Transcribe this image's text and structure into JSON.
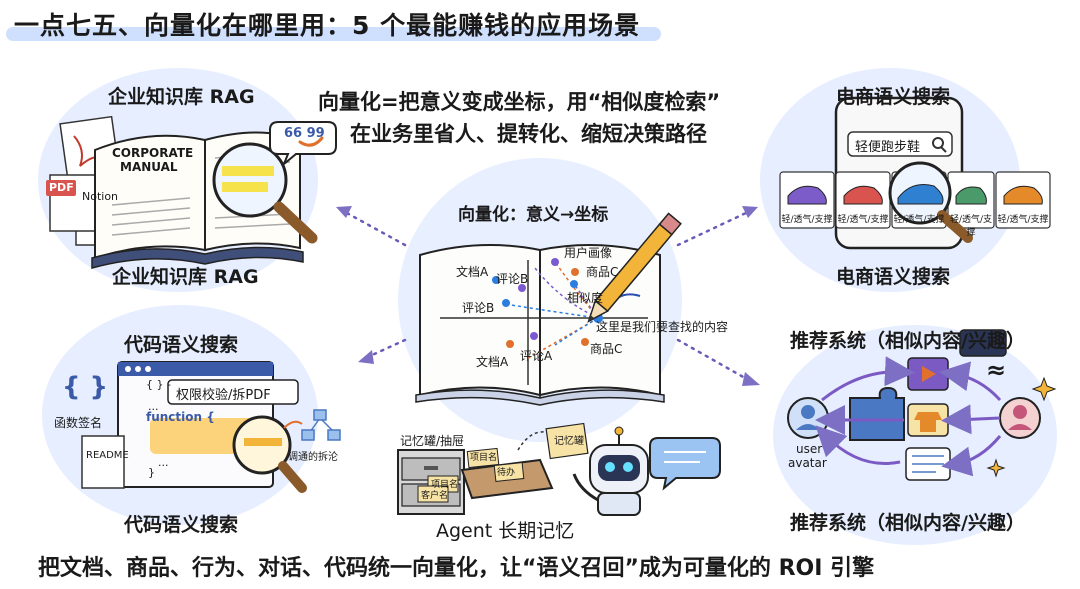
{
  "title": "一点七五、向量化在哪里用：5 个最能赚钱的应用场景",
  "center": {
    "headline_1": "向量化=把意义变成坐标，用“相似度检索”",
    "headline_2": "在业务里省人、提转化、缩短决策路径",
    "book_title": "向量化：意义→坐标",
    "points": {
      "doc_a_top": "文档A",
      "review_b_top": "评论B",
      "review_b_left": "评论B",
      "user_profile": "用户画像",
      "product_c_top": "商品C",
      "similarity": "相似度",
      "doc_a_bottom": "文档A",
      "review_a": "评论A",
      "product_c_bottom": "商品C"
    },
    "query_label": "这里是我们要查找的内容"
  },
  "rag": {
    "label_top": "企业知识库 RAG",
    "label_bottom": "企业知识库 RAG",
    "manual_line1": "CORPORATE",
    "manual_line2": "MANUAL",
    "pdf": "PDF",
    "notion": "Notion",
    "quote_icon": "66 99"
  },
  "ecommerce": {
    "label_top": "电商语义搜索",
    "label_bottom": "电商语义搜索",
    "search_value": "轻便跑步鞋",
    "card_caption": "轻/透气/支撑",
    "colors": [
      "#7b5cc9",
      "#d9534f",
      "#2f80d1",
      "#4a9a6a",
      "#e58a2a"
    ]
  },
  "code": {
    "label_top": "代码语义搜索",
    "label_bottom": "代码语义搜索",
    "braces": "{ }",
    "func_sig": "函数签名",
    "readme": "README",
    "highlight": "权限校验/拆PDF",
    "function_kw": "function {",
    "call_graph": "调通的拆沦",
    "code_bracket": "{ } -",
    "code_dots": "...",
    "code_close": "}"
  },
  "agent": {
    "label": "Agent 长期记忆",
    "cabinet": "记忆罐/抽屉",
    "note": "记忆罐",
    "tags": [
      "项目名",
      "项目名",
      "待办",
      "客户名"
    ]
  },
  "recommend": {
    "label_top": "推荐系统（相似内容/兴趣）",
    "label_bottom": "推荐系统（相似内容/兴趣）",
    "user_left": "user",
    "avatar_left": "avatar",
    "approx": "≈"
  },
  "bottom_line": "把文档、商品、行为、对话、代码统一向量化，让“语义召回”成为可量化的 ROI 引擎"
}
